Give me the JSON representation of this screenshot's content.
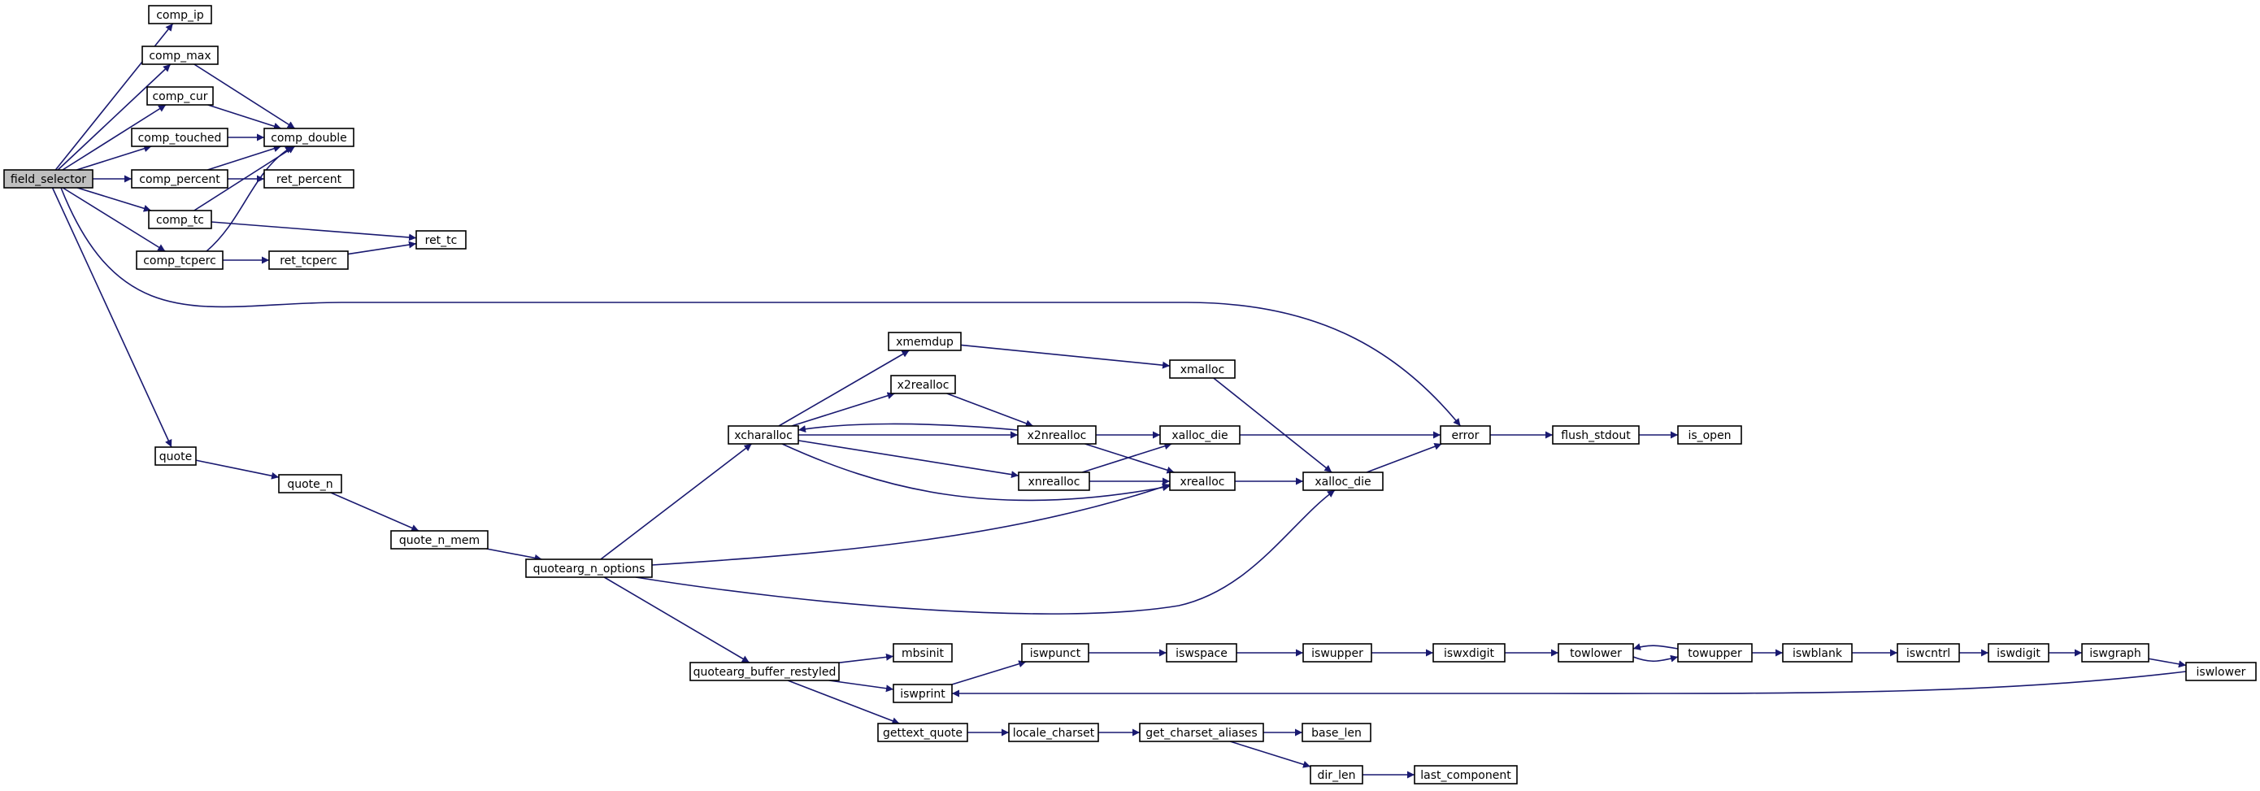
{
  "graph": {
    "root": "field_selector",
    "edge_color": "#191970",
    "root_fill": "#bfbfbf",
    "node_fill": "#ffffff",
    "nodes": [
      {
        "id": "field_selector",
        "label": "field_selector"
      },
      {
        "id": "comp_ip",
        "label": "comp_ip"
      },
      {
        "id": "comp_max",
        "label": "comp_max"
      },
      {
        "id": "comp_cur",
        "label": "comp_cur"
      },
      {
        "id": "comp_touched",
        "label": "comp_touched"
      },
      {
        "id": "comp_percent",
        "label": "comp_percent"
      },
      {
        "id": "comp_tc",
        "label": "comp_tc"
      },
      {
        "id": "comp_tcperc",
        "label": "comp_tcperc"
      },
      {
        "id": "comp_double",
        "label": "comp_double"
      },
      {
        "id": "ret_percent",
        "label": "ret_percent"
      },
      {
        "id": "ret_tc",
        "label": "ret_tc"
      },
      {
        "id": "ret_tcperc",
        "label": "ret_tcperc"
      },
      {
        "id": "quote",
        "label": "quote"
      },
      {
        "id": "quote_n",
        "label": "quote_n"
      },
      {
        "id": "quote_n_mem",
        "label": "quote_n_mem"
      },
      {
        "id": "quotearg_n_options",
        "label": "quotearg_n_options"
      },
      {
        "id": "xcharalloc",
        "label": "xcharalloc"
      },
      {
        "id": "xmemdup",
        "label": "xmemdup"
      },
      {
        "id": "x2realloc",
        "label": "x2realloc"
      },
      {
        "id": "x2nrealloc",
        "label": "x2nrealloc"
      },
      {
        "id": "xnrealloc",
        "label": "xnrealloc"
      },
      {
        "id": "xmalloc",
        "label": "xmalloc"
      },
      {
        "id": "xalloc_die",
        "label": "xalloc_die"
      },
      {
        "id": "xrealloc",
        "label": "xrealloc"
      },
      {
        "id": "xalloc_die2",
        "label": "xalloc_die"
      },
      {
        "id": "error",
        "label": "error"
      },
      {
        "id": "flush_stdout",
        "label": "flush_stdout"
      },
      {
        "id": "is_open",
        "label": "is_open"
      },
      {
        "id": "quotearg_buffer_restyled",
        "label": "quotearg_buffer_restyled"
      },
      {
        "id": "mbsinit",
        "label": "mbsinit"
      },
      {
        "id": "iswprint",
        "label": "iswprint"
      },
      {
        "id": "gettext_quote",
        "label": "gettext_quote"
      },
      {
        "id": "iswpunct",
        "label": "iswpunct"
      },
      {
        "id": "iswspace",
        "label": "iswspace"
      },
      {
        "id": "iswupper",
        "label": "iswupper"
      },
      {
        "id": "iswxdigit",
        "label": "iswxdigit"
      },
      {
        "id": "towlower",
        "label": "towlower"
      },
      {
        "id": "towupper",
        "label": "towupper"
      },
      {
        "id": "iswblank",
        "label": "iswblank"
      },
      {
        "id": "iswcntrl",
        "label": "iswcntrl"
      },
      {
        "id": "iswdigit",
        "label": "iswdigit"
      },
      {
        "id": "iswgraph",
        "label": "iswgraph"
      },
      {
        "id": "iswlower",
        "label": "iswlower"
      },
      {
        "id": "locale_charset",
        "label": "locale_charset"
      },
      {
        "id": "get_charset_aliases",
        "label": "get_charset_aliases"
      },
      {
        "id": "base_len",
        "label": "base_len"
      },
      {
        "id": "dir_len",
        "label": "dir_len"
      },
      {
        "id": "last_component",
        "label": "last_component"
      }
    ],
    "edges": [
      {
        "from": "field_selector",
        "to": "comp_ip"
      },
      {
        "from": "field_selector",
        "to": "comp_max"
      },
      {
        "from": "field_selector",
        "to": "comp_cur"
      },
      {
        "from": "field_selector",
        "to": "comp_touched"
      },
      {
        "from": "field_selector",
        "to": "comp_percent"
      },
      {
        "from": "field_selector",
        "to": "comp_tc"
      },
      {
        "from": "field_selector",
        "to": "comp_tcperc"
      },
      {
        "from": "field_selector",
        "to": "error"
      },
      {
        "from": "field_selector",
        "to": "quote"
      },
      {
        "from": "comp_max",
        "to": "comp_double"
      },
      {
        "from": "comp_cur",
        "to": "comp_double"
      },
      {
        "from": "comp_touched",
        "to": "comp_double"
      },
      {
        "from": "comp_percent",
        "to": "comp_double"
      },
      {
        "from": "comp_percent",
        "to": "ret_percent"
      },
      {
        "from": "comp_tc",
        "to": "comp_double"
      },
      {
        "from": "comp_tc",
        "to": "ret_tc"
      },
      {
        "from": "comp_tcperc",
        "to": "comp_double"
      },
      {
        "from": "comp_tcperc",
        "to": "ret_tcperc"
      },
      {
        "from": "ret_tcperc",
        "to": "ret_tc"
      },
      {
        "from": "quote",
        "to": "quote_n"
      },
      {
        "from": "quote_n",
        "to": "quote_n_mem"
      },
      {
        "from": "quote_n_mem",
        "to": "quotearg_n_options"
      },
      {
        "from": "quotearg_n_options",
        "to": "xcharalloc"
      },
      {
        "from": "quotearg_n_options",
        "to": "xrealloc"
      },
      {
        "from": "quotearg_n_options",
        "to": "xalloc_die2"
      },
      {
        "from": "quotearg_n_options",
        "to": "quotearg_buffer_restyled"
      },
      {
        "from": "xcharalloc",
        "to": "xmemdup"
      },
      {
        "from": "xcharalloc",
        "to": "x2realloc"
      },
      {
        "from": "xcharalloc",
        "to": "x2nrealloc"
      },
      {
        "from": "xcharalloc",
        "to": "xnrealloc"
      },
      {
        "from": "xcharalloc",
        "to": "xrealloc"
      },
      {
        "from": "x2realloc",
        "to": "x2nrealloc"
      },
      {
        "from": "x2nrealloc",
        "to": "xcharalloc"
      },
      {
        "from": "x2nrealloc",
        "to": "xalloc_die"
      },
      {
        "from": "x2nrealloc",
        "to": "xrealloc"
      },
      {
        "from": "xmemdup",
        "to": "xmalloc"
      },
      {
        "from": "xmalloc",
        "to": "xalloc_die2"
      },
      {
        "from": "xnrealloc",
        "to": "xalloc_die"
      },
      {
        "from": "xnrealloc",
        "to": "xrealloc"
      },
      {
        "from": "xalloc_die",
        "to": "error"
      },
      {
        "from": "xrealloc",
        "to": "xalloc_die2"
      },
      {
        "from": "xalloc_die2",
        "to": "error"
      },
      {
        "from": "error",
        "to": "flush_stdout"
      },
      {
        "from": "flush_stdout",
        "to": "is_open"
      },
      {
        "from": "quotearg_buffer_restyled",
        "to": "mbsinit"
      },
      {
        "from": "quotearg_buffer_restyled",
        "to": "iswprint"
      },
      {
        "from": "quotearg_buffer_restyled",
        "to": "gettext_quote"
      },
      {
        "from": "iswprint",
        "to": "iswpunct"
      },
      {
        "from": "iswpunct",
        "to": "iswspace"
      },
      {
        "from": "iswspace",
        "to": "iswupper"
      },
      {
        "from": "iswupper",
        "to": "iswxdigit"
      },
      {
        "from": "iswxdigit",
        "to": "towlower"
      },
      {
        "from": "towlower",
        "to": "towupper"
      },
      {
        "from": "towupper",
        "to": "towlower"
      },
      {
        "from": "towupper",
        "to": "iswblank"
      },
      {
        "from": "iswblank",
        "to": "iswcntrl"
      },
      {
        "from": "iswcntrl",
        "to": "iswdigit"
      },
      {
        "from": "iswdigit",
        "to": "iswgraph"
      },
      {
        "from": "iswgraph",
        "to": "iswlower"
      },
      {
        "from": "iswlower",
        "to": "iswprint"
      },
      {
        "from": "gettext_quote",
        "to": "locale_charset"
      },
      {
        "from": "locale_charset",
        "to": "get_charset_aliases"
      },
      {
        "from": "get_charset_aliases",
        "to": "base_len"
      },
      {
        "from": "get_charset_aliases",
        "to": "dir_len"
      },
      {
        "from": "dir_len",
        "to": "last_component"
      }
    ]
  }
}
